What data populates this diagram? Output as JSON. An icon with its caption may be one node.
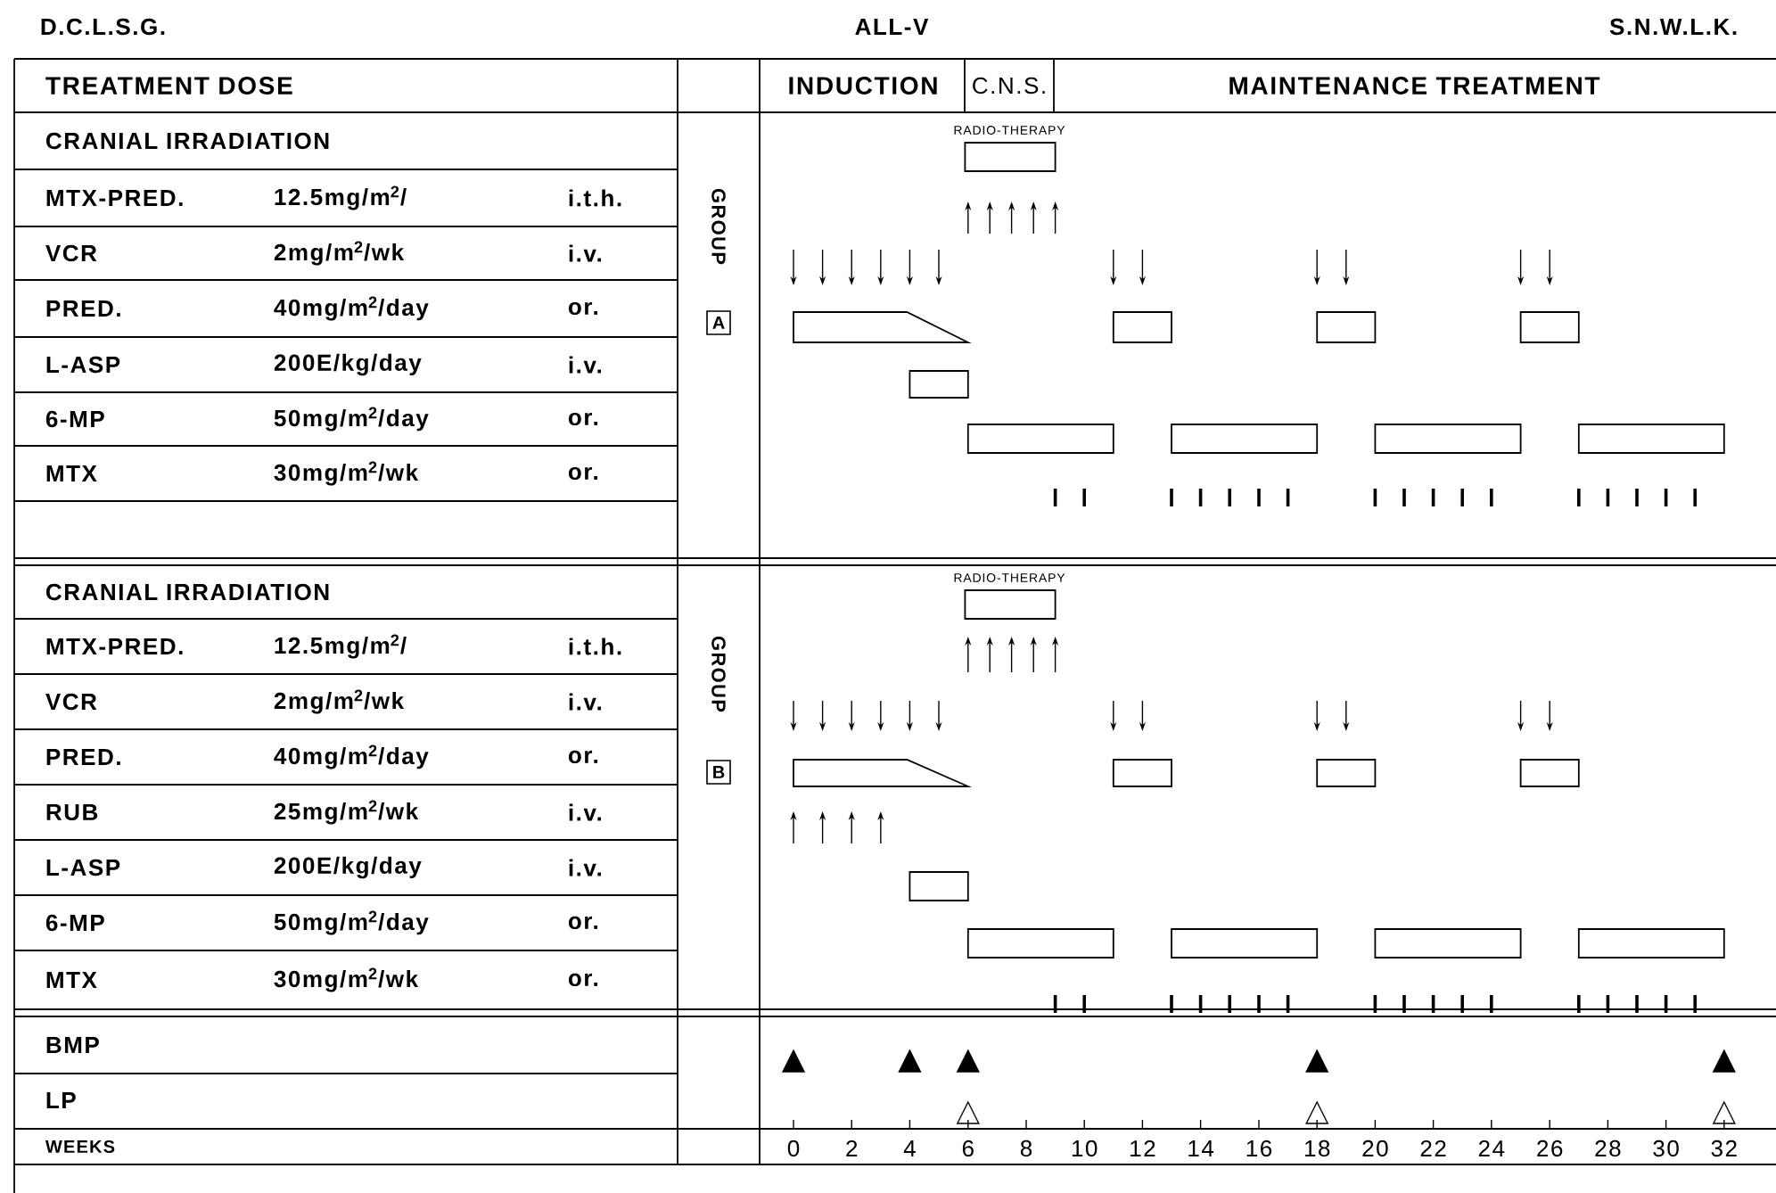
{
  "diagram": {
    "labels": [
      "D.C.L.S.G.",
      "ALL-V",
      "S.N.W.L.K.",
      "TREATMENT DOSE",
      "INDUCTION",
      "C.N.S.",
      "MAINTENANCE TREATMENT",
      "CRANIAL IRRADIATION",
      "RADIO-THERAPY",
      "MTX-PRED.",
      "12.5mg/m$^{2}$/",
      "i.t.h.",
      "VCR",
      "2mg/m$^{2}$/wk",
      "i.v.",
      "PRED.",
      "40mg/m$^{2}$/day",
      "or.",
      "L-ASP",
      "200E/kg/day",
      "i.v.",
      "6-MP",
      "50mg/m$^{2}$/day",
      "or.",
      "MTX",
      "30mg/m$^{2}$/wk",
      "or.",
      "GROUP",
      "A",
      "CRANIAL IRRADIATION",
      "RADIO-THERAPY",
      "MTX-PRED.",
      "12.5mg/m$^{2}$/",
      "i.t.h.",
      "VCR",
      "2mg/m$^{2}$/wk",
      "i.v.",
      "PRED.",
      "40mg/m$^{2}$/day",
      "or.",
      "RUB",
      "25mg/m$^{2}$/wk",
      "i.v.",
      "L-ASP",
      "200E/kg/day",
      "i.v.",
      "6-MP",
      "50mg/m$^{2}$/day",
      "or.",
      "MTX",
      "30mg/m$^{2}$/wk",
      "or.",
      "GROUP",
      "B",
      "BMP",
      "LP",
      "WEEKS",
      "0",
      "2",
      "4",
      "6",
      "8",
      "10",
      "12",
      "14",
      "16",
      "18",
      "20",
      "22",
      "24",
      "26",
      "28",
      "30",
      "32"
    ]
  }
}
